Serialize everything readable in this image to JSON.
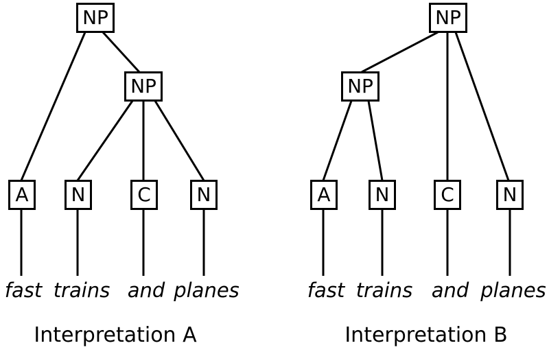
{
  "page": {
    "background_color": "#ffffff",
    "line_color": "#000000"
  },
  "trees": [
    {
      "caption": "Interpretation A",
      "root_label": "NP",
      "inner_label": "NP",
      "structure_note": "root NP dominates A and inner NP; inner NP dominates N, C, N",
      "leaves": [
        {
          "label": "A",
          "word": "fast"
        },
        {
          "label": "N",
          "word": "trains"
        },
        {
          "label": "C",
          "word": "and"
        },
        {
          "label": "N",
          "word": "planes"
        }
      ]
    },
    {
      "caption": "Interpretation B",
      "root_label": "NP",
      "inner_label": "NP",
      "structure_note": "root NP dominates inner NP, C and N; inner NP dominates A and N",
      "leaves": [
        {
          "label": "A",
          "word": "fast"
        },
        {
          "label": "N",
          "word": "trains"
        },
        {
          "label": "C",
          "word": "and"
        },
        {
          "label": "N",
          "word": "planes"
        }
      ]
    }
  ]
}
